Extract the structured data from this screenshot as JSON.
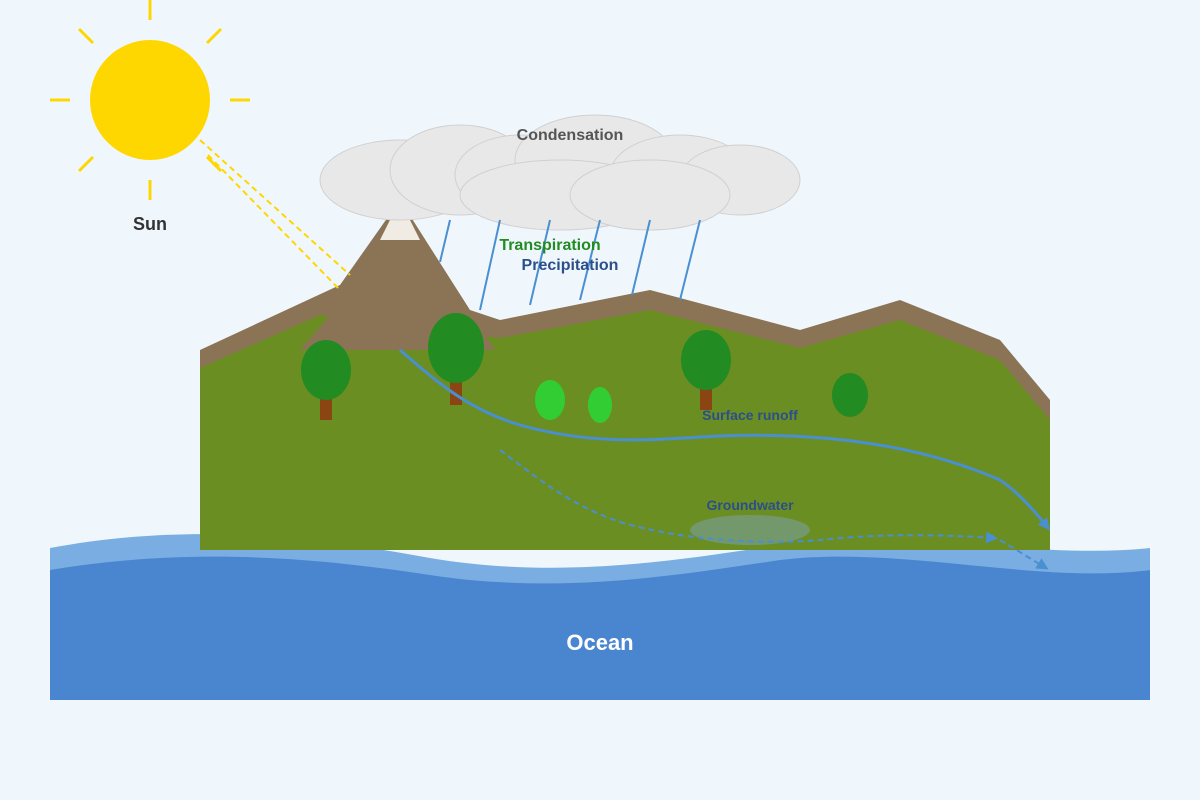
{
  "labels": {
    "sun": "Sun",
    "condensation": "Condensation",
    "transpiration": "Transpiration",
    "precipitation": "Precipitation",
    "surface_runoff": "Surface runoff",
    "groundwater": "Groundwater",
    "ocean": "Ocean"
  },
  "colors": {
    "background": "#eff7fd",
    "sun": "#ffd700",
    "cloud": "#e8e8e8",
    "mountain": "#8b7355",
    "snow": "#f0ebe3",
    "land": "#6b8e23",
    "tree": "#228b22",
    "bush": "#32cd32",
    "trunk": "#8b4513",
    "ocean": "#4a86d0",
    "wave": "#7aaee2",
    "rain": "#4a8fd0",
    "text_dark": "#333333",
    "text_green": "#228b22",
    "text_blue": "#2c4f8a",
    "text_ocean": "#ffffff"
  }
}
